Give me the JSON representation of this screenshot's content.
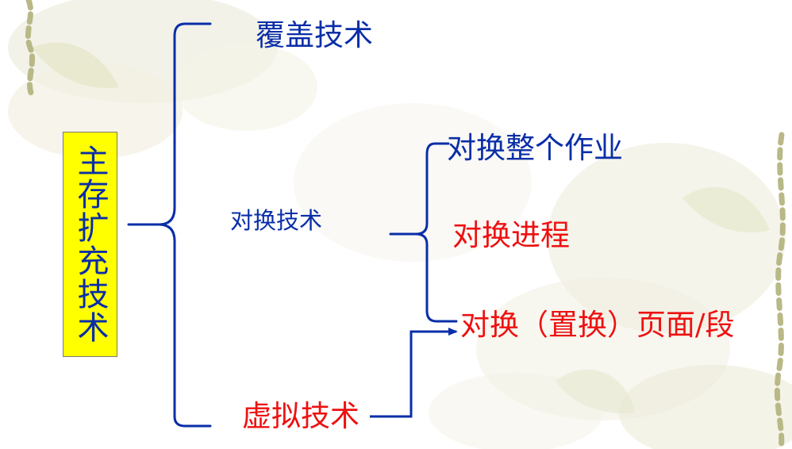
{
  "root": {
    "label": "主存扩充技术"
  },
  "branches": {
    "overlay": "覆盖技术",
    "swap": "对换技术",
    "virtual": "虚拟技术"
  },
  "swap_children": {
    "whole_job": "对换整个作业",
    "process": "对换进程",
    "page_segment": "对换（置换）页面/段"
  },
  "colors": {
    "blue": "#0a2ea8",
    "red": "#ee1111",
    "root_fill": "#ffff00",
    "connector": "#0a2ea8"
  }
}
